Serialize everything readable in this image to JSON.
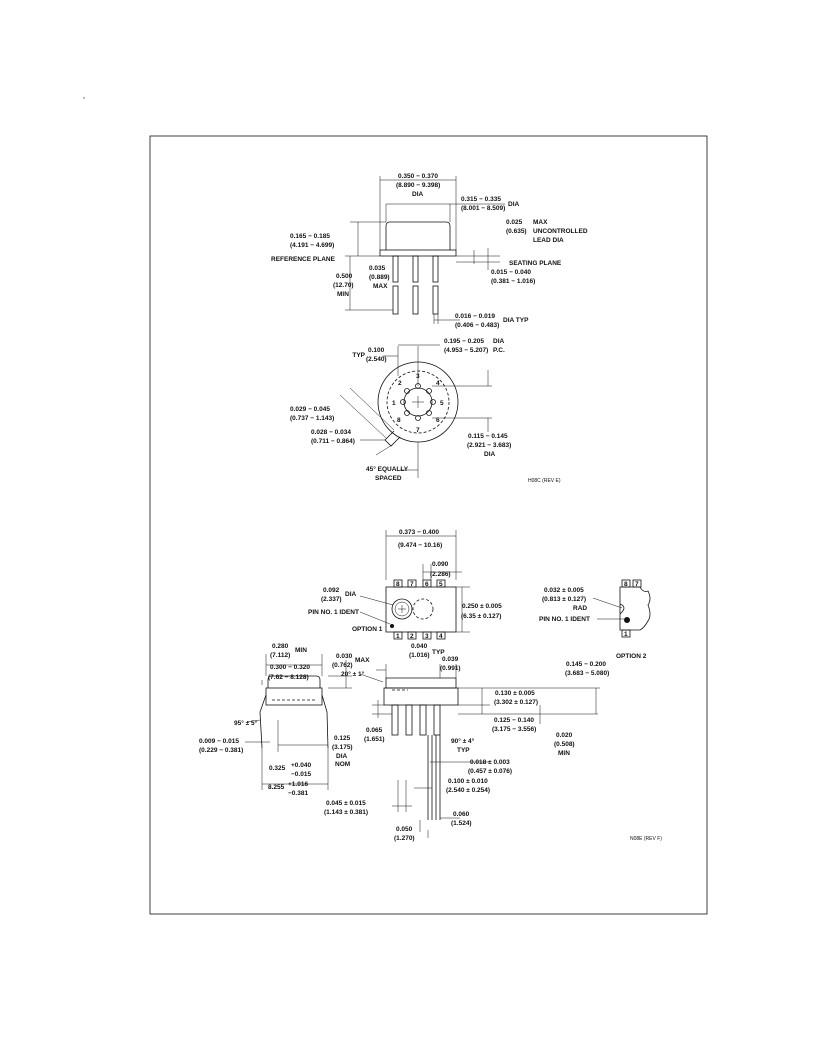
{
  "to5": {
    "body_dia": [
      "0.350 − 0.370",
      "(8.890 − 9.398)",
      "DIA"
    ],
    "cap_dia": [
      "0.315 − 0.335",
      "(8.001 − 8.509)",
      "DIA"
    ],
    "cap_height": [
      "0.165 − 0.185",
      "(4.191 − 4.699)"
    ],
    "ref_plane": "REFERENCE PLANE",
    "uncontrolled": [
      "0.025",
      "(0.635)",
      "MAX",
      "UNCONTROLLED",
      "LEAD DIA"
    ],
    "max_035": [
      "0.035",
      "(0.889)",
      "MAX"
    ],
    "lead_len": [
      "0.500",
      "(12.70)",
      "MIN"
    ],
    "seating_plane": "SEATING PLANE",
    "seat_gap": [
      "0.015 − 0.040",
      "(0.381 − 1.016)"
    ],
    "lead_dia": [
      "0.016 − 0.019",
      "(0.406 − 0.483)",
      "DIA TYP"
    ],
    "pitch": [
      "0.100",
      "(2.540)",
      "TYP"
    ],
    "pc_dia": [
      "0.195 − 0.205",
      "(4.953 − 5.207)",
      "DIA",
      "P.C."
    ],
    "tab_w": [
      "0.029 − 0.045",
      "(0.737 − 1.143)"
    ],
    "tab_l": [
      "0.028 − 0.034",
      "(0.711 − 0.864)"
    ],
    "center_dia": [
      "0.115 − 0.145",
      "(2.921 − 3.683)",
      "DIA"
    ],
    "equally": [
      "45° EQUALLY",
      "SPACED"
    ],
    "pins": [
      "1",
      "2",
      "3",
      "4",
      "5",
      "6",
      "7",
      "8"
    ],
    "rev": "H08C (REV E)"
  },
  "dip": {
    "length": [
      "0.373 − 0.400",
      "(9.474 − 10.16)"
    ],
    "p090": [
      "0.090",
      "(2.286)"
    ],
    "dia092": [
      "0.092",
      "(2.337)",
      "DIA"
    ],
    "pin1_ident": "PIN NO. 1 IDENT",
    "option1": "OPTION 1",
    "width": [
      "0.250 ± 0.005",
      "(6.35 ± 0.127)"
    ],
    "top_pins": [
      "8",
      "7",
      "6",
      "5"
    ],
    "bottom_pins": [
      "1",
      "2",
      "3",
      "4"
    ],
    "rad": [
      "0.032 ± 0.005",
      "(0.813 ± 0.127)",
      "RAD"
    ],
    "pin1_ident2": "PIN NO. 1 IDENT",
    "option2": "OPTION 2",
    "opt2_top": [
      "8",
      "7"
    ],
    "opt2_bottom": "1",
    "min280": [
      "0.280",
      "(7.112)",
      "MIN"
    ],
    "range300": [
      "0.300 − 0.320",
      "(7.62 − 8.128)"
    ],
    "max030": [
      "0.030",
      "(0.762)",
      "MAX"
    ],
    "angle20": "20° ± 1°",
    "angle95": "95° ± 5°",
    "d040": [
      "0.040",
      "(1.016)",
      "TYP"
    ],
    "d039": [
      "0.039",
      "(0.991)"
    ],
    "d145": [
      "0.145 − 0.200",
      "(3.683 − 5.080)"
    ],
    "d130": [
      "0.130 ± 0.005",
      "(3.302 ± 0.127)"
    ],
    "d065": [
      "0.065",
      "(1.651)"
    ],
    "d125r": [
      "0.125 − 0.140",
      "(3.175 − 3.556)"
    ],
    "d020": [
      "0.020",
      "(0.508)",
      "MIN"
    ],
    "d009": [
      "0.009 − 0.015",
      "(0.229 − 0.381)"
    ],
    "d125": [
      "0.125",
      "(3.175)",
      "DIA",
      "NOM"
    ],
    "angle90": [
      "90° ± 4°",
      "TYP"
    ],
    "d018": [
      "0.018 ± 0.003",
      "(0.457 ± 0.076)"
    ],
    "d325": [
      "0.325",
      "+0.040",
      "−0.015"
    ],
    "d8255": [
      "8.255",
      "+1.016",
      "−0.381"
    ],
    "d100": [
      "0.100 ± 0.010",
      "(2.540 ± 0.254)"
    ],
    "d045": [
      "0.045 ± 0.015",
      "(1.143 ± 0.381)"
    ],
    "d060": [
      "0.060",
      "(1.524)"
    ],
    "d050": [
      "0.050",
      "(1.270)"
    ],
    "rev": "N08E (REV F)"
  }
}
